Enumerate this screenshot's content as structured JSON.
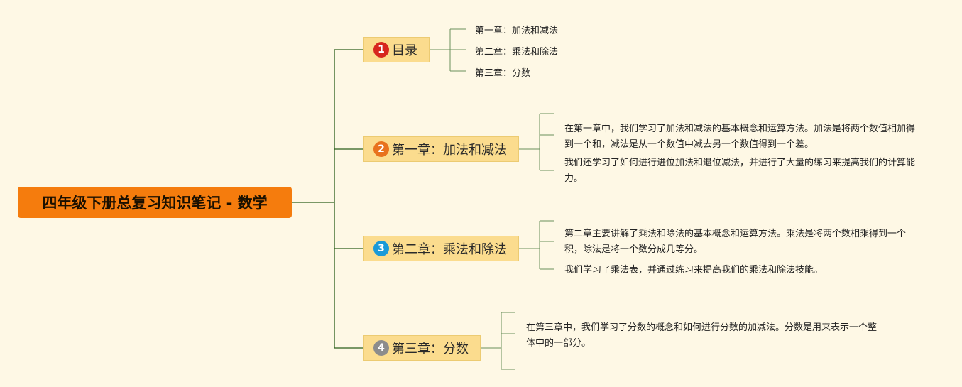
{
  "root": {
    "title": "四年级下册总复习知识笔记 - 数学"
  },
  "topics": [
    {
      "badge": "1",
      "badge_color": "#d7261d",
      "label": "目录",
      "children": [
        "第一章：加法和减法",
        "第二章：乘法和除法",
        "第三章：分数"
      ]
    },
    {
      "badge": "2",
      "badge_color": "#e8721c",
      "label": "第一章：加法和减法",
      "children": [
        "在第一章中，我们学习了加法和减法的基本概念和运算方法。加法是将两个数值相加得到一个和，减法是从一个数值中减去另一个数值得到一个差。",
        "我们还学习了如何进行进位加法和退位减法，并进行了大量的练习来提高我们的计算能力。"
      ]
    },
    {
      "badge": "3",
      "badge_color": "#1a9ad8",
      "label": "第二章：乘法和除法",
      "children": [
        "第二章主要讲解了乘法和除法的基本概念和运算方法。乘法是将两个数相乘得到一个积，除法是将一个数分成几等分。",
        "我们学习了乘法表，并通过练习来提高我们的乘法和除法技能。"
      ]
    },
    {
      "badge": "4",
      "badge_color": "#8c8c8c",
      "label": "第三章：分数",
      "children": [
        "在第三章中，我们学习了分数的概念和如何进行分数的加减法。分数是用来表示一个整体中的一部分。"
      ]
    }
  ],
  "colors": {
    "root": "#f57c0d",
    "topic": "#fbdc8e",
    "line": "#2b5f1a",
    "background": "#fef8e5"
  }
}
